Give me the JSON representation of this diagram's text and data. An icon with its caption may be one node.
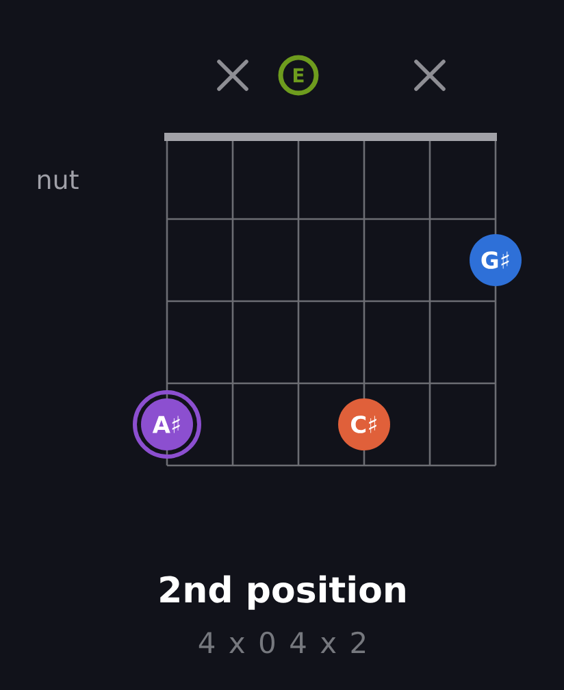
{
  "diagram": {
    "title": "2nd position",
    "caption": "4 x 0 4 x 2",
    "nodes": [
      {
        "text": [
          "E"
        ]
      },
      {
        "text": [
          "G♯"
        ]
      },
      {
        "text": [
          "A♯"
        ]
      },
      {
        "text": [
          "C♯"
        ]
      }
    ],
    "labels": [
      "nut"
    ]
  }
}
